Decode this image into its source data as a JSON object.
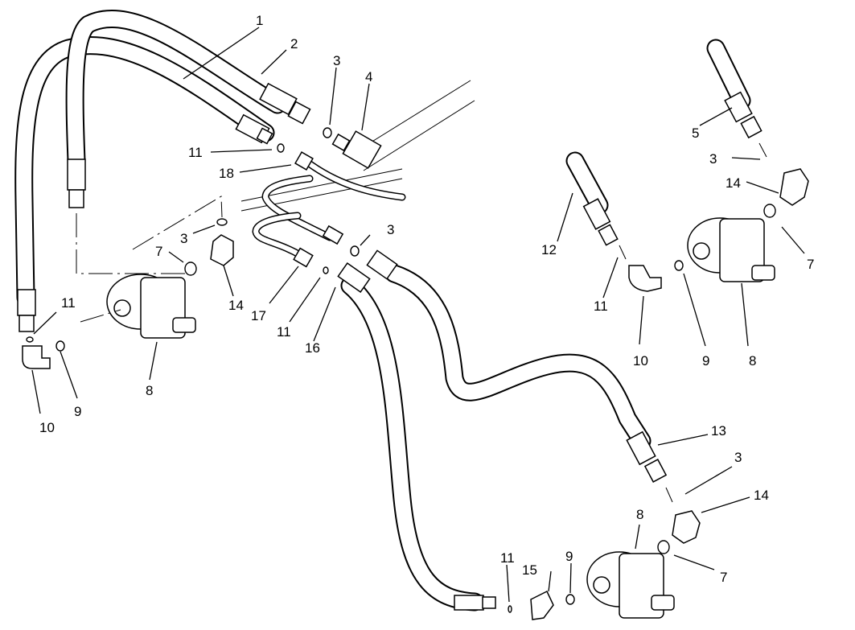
{
  "callouts": [
    {
      "id": "c1",
      "text": "1"
    },
    {
      "id": "c2",
      "text": "2"
    },
    {
      "id": "c3a",
      "text": "3"
    },
    {
      "id": "c4",
      "text": "4"
    },
    {
      "id": "c11a",
      "text": "11"
    },
    {
      "id": "c18",
      "text": "18"
    },
    {
      "id": "c3b",
      "text": "3"
    },
    {
      "id": "c7a",
      "text": "7"
    },
    {
      "id": "c14a",
      "text": "14"
    },
    {
      "id": "c3c",
      "text": "3"
    },
    {
      "id": "c17",
      "text": "17"
    },
    {
      "id": "c11b",
      "text": "11"
    },
    {
      "id": "c16",
      "text": "16"
    },
    {
      "id": "c11c",
      "text": "11"
    },
    {
      "id": "c10a",
      "text": "10"
    },
    {
      "id": "c9a",
      "text": "9"
    },
    {
      "id": "c8a",
      "text": "8"
    },
    {
      "id": "c5",
      "text": "5"
    },
    {
      "id": "c3d",
      "text": "3"
    },
    {
      "id": "c14b",
      "text": "14"
    },
    {
      "id": "c12",
      "text": "12"
    },
    {
      "id": "c7b",
      "text": "7"
    },
    {
      "id": "c11d",
      "text": "11"
    },
    {
      "id": "c10b",
      "text": "10"
    },
    {
      "id": "c9b",
      "text": "9"
    },
    {
      "id": "c8b",
      "text": "8"
    },
    {
      "id": "c13",
      "text": "13"
    },
    {
      "id": "c3e",
      "text": "3"
    },
    {
      "id": "c14c",
      "text": "14"
    },
    {
      "id": "c8c",
      "text": "8"
    },
    {
      "id": "c7c",
      "text": "7"
    },
    {
      "id": "c11e",
      "text": "11"
    },
    {
      "id": "c15",
      "text": "15"
    },
    {
      "id": "c9c",
      "text": "9"
    }
  ]
}
